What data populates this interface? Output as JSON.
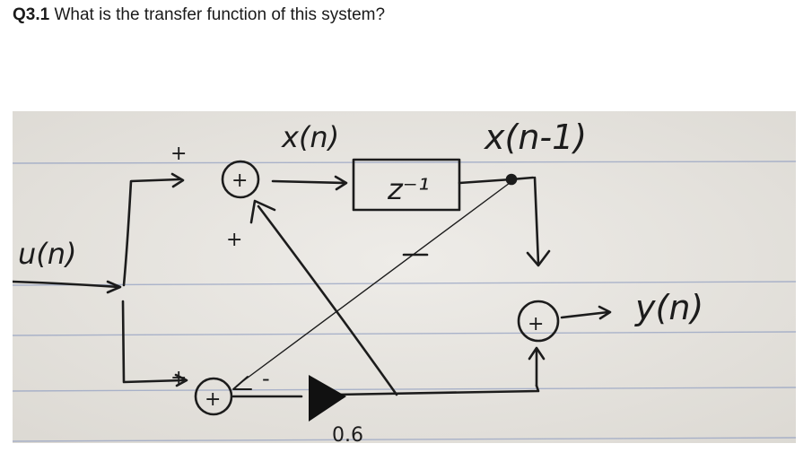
{
  "question": {
    "number": "Q3.1",
    "text": "What is the transfer function of this system?"
  },
  "diagram": {
    "input_label": "u(n)",
    "x_label": "x(n)",
    "delay_label": "z⁻¹",
    "delayed_label": "x(n-1)",
    "output_label": "y(n)",
    "gain_label": "0.6",
    "plus_sign": "+",
    "minus_sign": "-"
  },
  "colors": {
    "paper": "#e9e6e1",
    "ruled_line": "#9aa6c4",
    "ink": "#1c1c1c"
  }
}
